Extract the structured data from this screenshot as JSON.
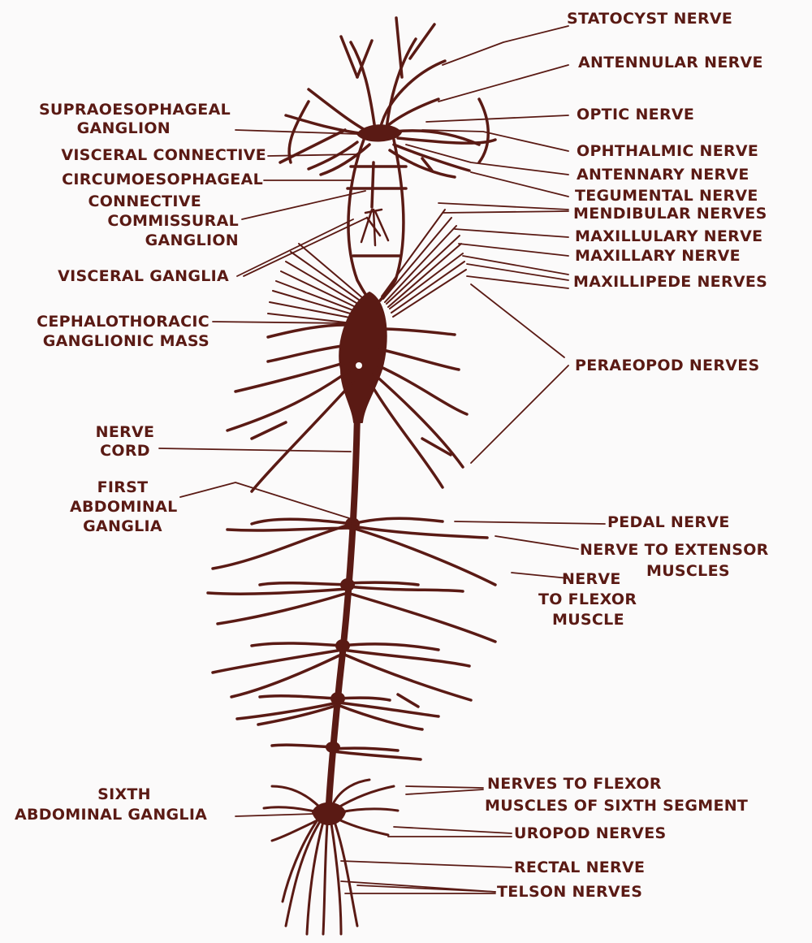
{
  "colors": {
    "ink": "#5a1a14",
    "paper": "#fbfafa"
  },
  "labels": {
    "statocyst": "STATOCYST NERVE",
    "antennular": "ANTENNULAR NERVE",
    "optic": "OPTIC NERVE",
    "ophthalmic": "OPHTHALMIC NERVE",
    "antennary": "ANTENNARY NERVE",
    "tegumental": "TEGUMENTAL NERVE",
    "mandibular": "MENDIBULAR NERVES",
    "maxillulary": "MAXILLULARY NERVE",
    "maxillary": "MAXILLARY NERVE",
    "maxillipede": "MAXILLIPEDE NERVES",
    "peraeopod": "PERAEOPOD NERVES",
    "pedal": "PEDAL NERVE",
    "extensor_1": "NERVE TO EXTENSOR",
    "extensor_2": "MUSCLES",
    "flexor_1": "NERVE",
    "flexor_2": "TO FLEXOR",
    "flexor_3": "MUSCLE",
    "sixth_flexor_1": "NERVES TO FLEXOR",
    "sixth_flexor_2": "MUSCLES OF SIXTH SEGMENT",
    "uropod": "UROPOD NERVES",
    "rectal": "RECTAL NERVE",
    "telson": "TELSON NERVES",
    "supra_1": "SUPRAOESOPHAGEAL",
    "supra_2": "GANGLION",
    "visceral_connective": "VISCERAL CONNECTIVE",
    "circum_1": "CIRCUMOESOPHAGEAL",
    "circum_2": "CONNECTIVE",
    "commissural_1": "COMMISSURAL",
    "commissural_2": "GANGLION",
    "visceral_ganglia": "VISCERAL GANGLIA",
    "cephalo_1": "CEPHALOTHORACIC",
    "cephalo_2": "GANGLIONIC MASS",
    "nerve_cord_1": "NERVE",
    "nerve_cord_2": "CORD",
    "first_abd_1": "FIRST",
    "first_abd_2": "ABDOMINAL",
    "first_abd_3": "GANGLIA",
    "sixth_abd_1": "SIXTH",
    "sixth_abd_2": "ABDOMINAL GANGLIA"
  }
}
